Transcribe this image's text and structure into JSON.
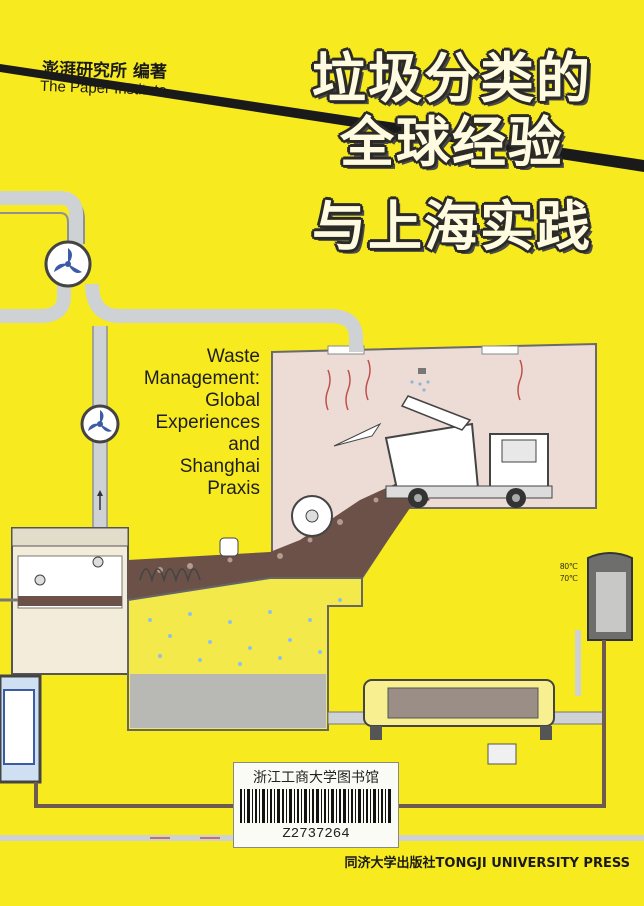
{
  "title_cn": [
    "垃圾分类的",
    "全球经验",
    "与上海实践"
  ],
  "publisher_cn": "澎湃研究所 编著",
  "publisher_en": "The Paper Institute",
  "title_en": [
    "Waste",
    "Management:",
    "Global",
    "Experiences",
    "and",
    "Shanghai",
    "Praxis"
  ],
  "library_label": {
    "name": "浙江工商大学图书馆",
    "barcode": "Z2737264"
  },
  "press": "同济大学出版社TONGJI UNIVERSITY PRESS",
  "gauge": [
    "80℃",
    "70℃"
  ],
  "colors": {
    "cover_yellow": "#f7ea1f",
    "pipe_grey": "#cfd2d4",
    "room_pink": "#ecdcd5",
    "waste_brown": "#6b5148",
    "stripe_black": "#1a1a1a"
  }
}
